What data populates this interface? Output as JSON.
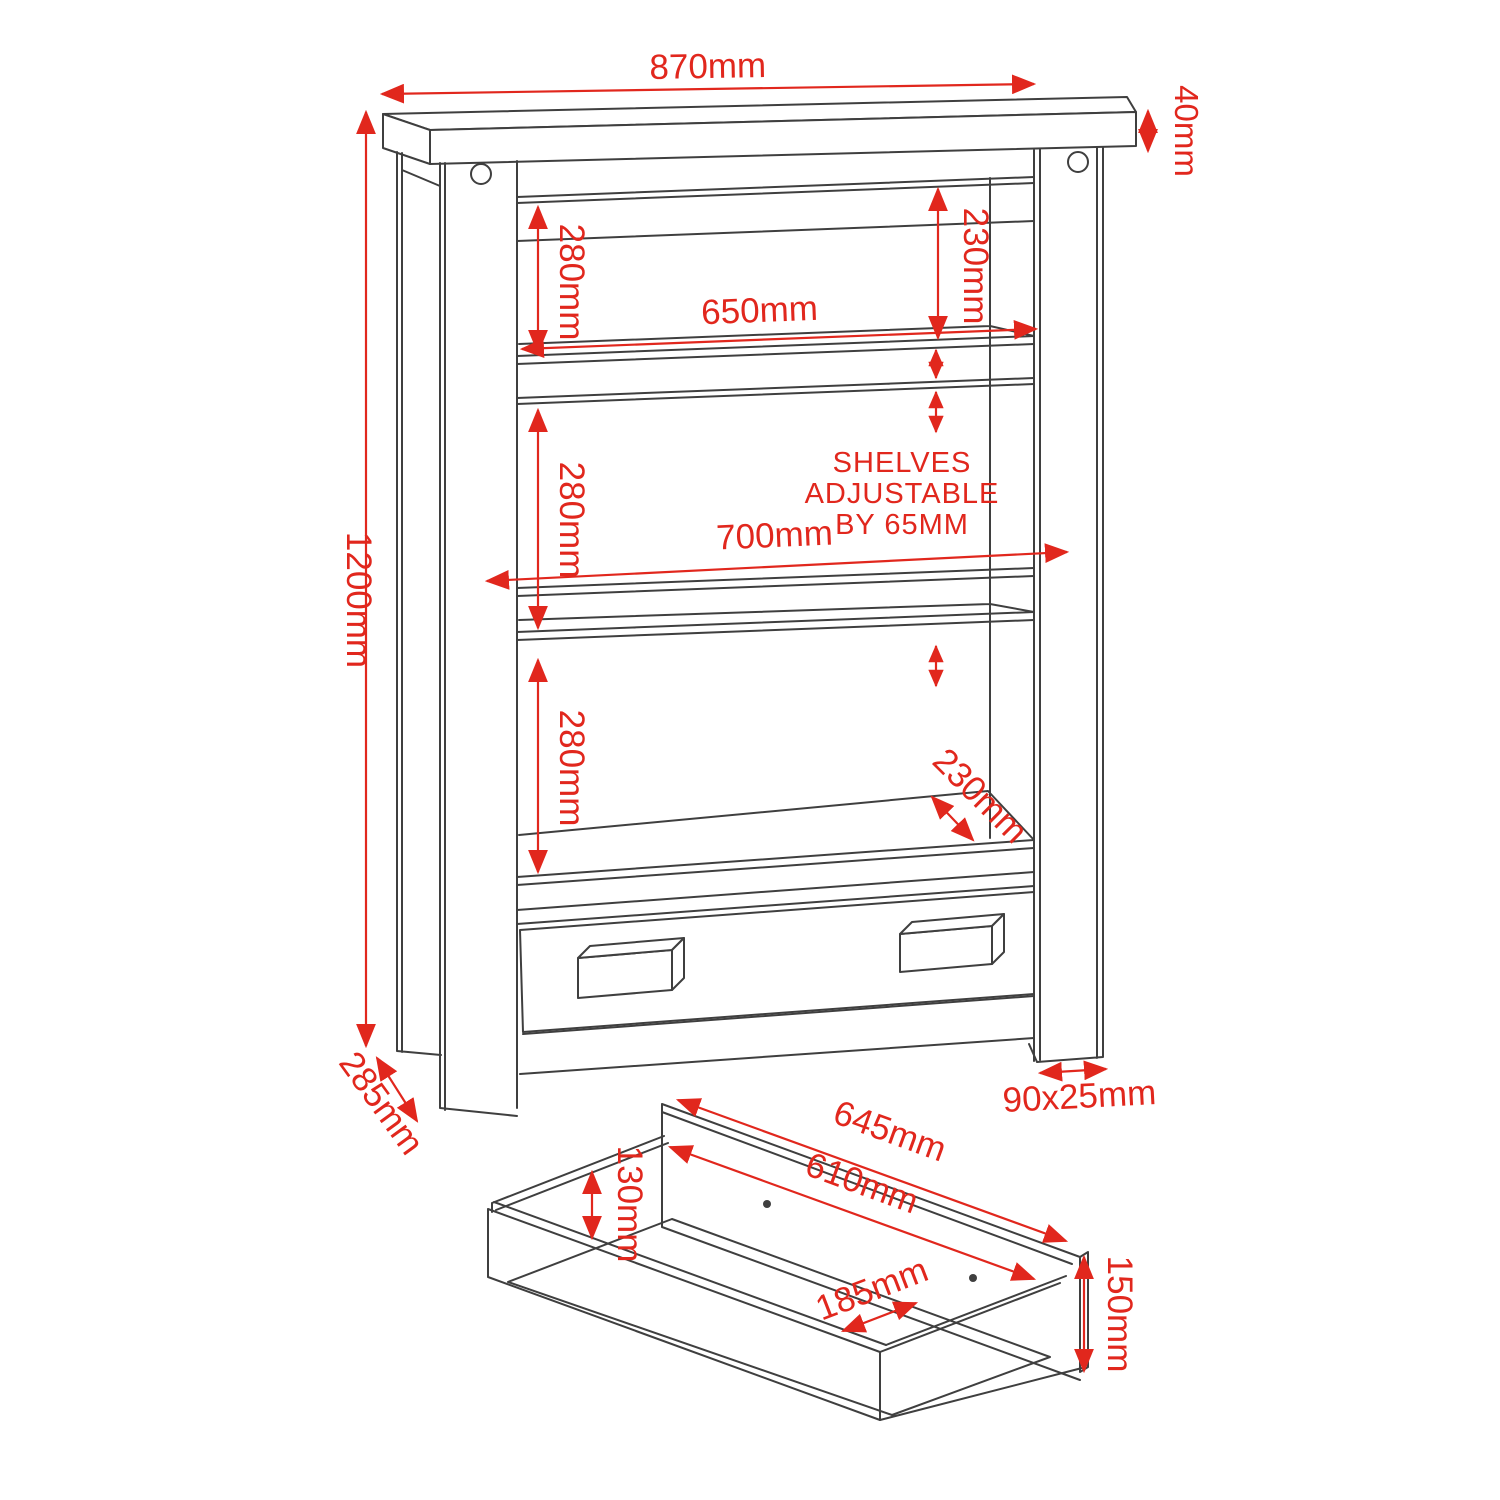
{
  "drawing": {
    "type": "furniture-technical-diagram",
    "subject": "bookcase with adjustable shelves and under-drawer",
    "colors": {
      "dimension_red": "#e1271d",
      "outline": "#3f3f3f",
      "background": "#ffffff"
    }
  },
  "bookcase": {
    "dims": {
      "top_width": "870mm",
      "top_thickness": "40mm",
      "overall_height": "1200mm",
      "gap1": "280mm",
      "gap2": "280mm",
      "gap3": "280mm",
      "top_clearance": "230mm",
      "shelf_length_upper": "650mm",
      "shelf_length_lower": "700mm",
      "shelf_depth": "230mm",
      "side_depth": "285mm",
      "leg_section": "90x25mm"
    },
    "note": {
      "line1": "SHELVES",
      "line2": "ADJUSTABLE",
      "line3": "BY 65MM"
    }
  },
  "drawer": {
    "dims": {
      "back_width": "645mm",
      "inner_width": "610mm",
      "side_height": "130mm",
      "front_height": "150mm",
      "inner_depth": "185mm"
    }
  }
}
